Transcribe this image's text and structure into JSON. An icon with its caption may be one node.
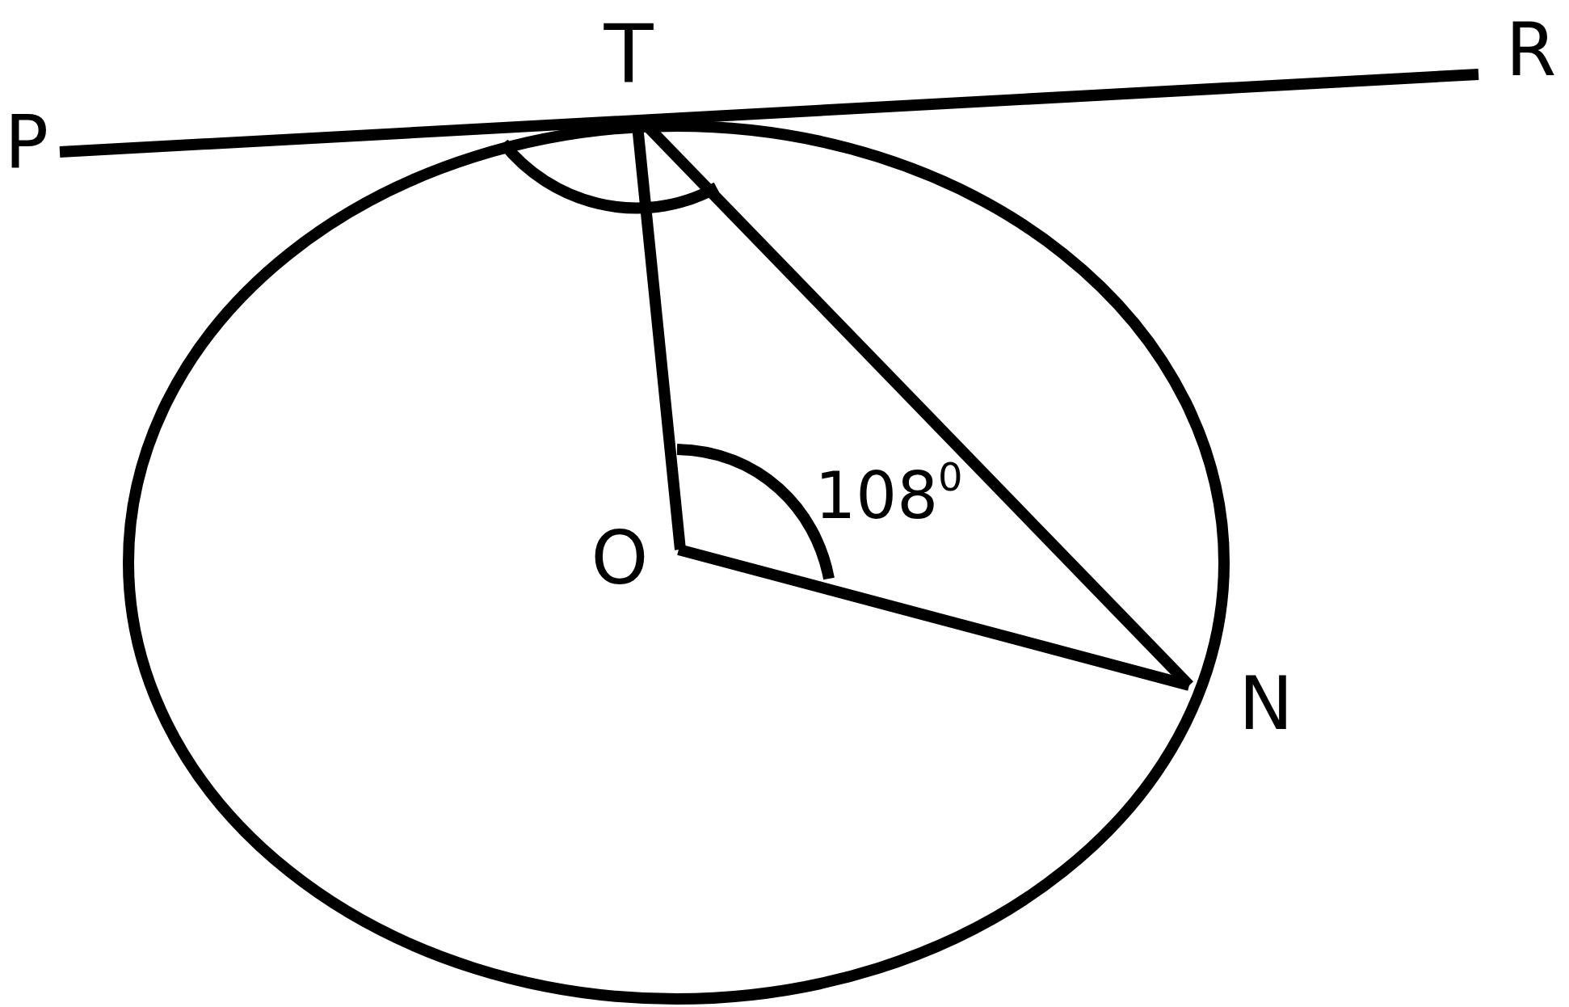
{
  "diagram": {
    "labels": [
      "T",
      "R",
      "P",
      "108$^{0}$",
      "O",
      "N"
    ]
  }
}
